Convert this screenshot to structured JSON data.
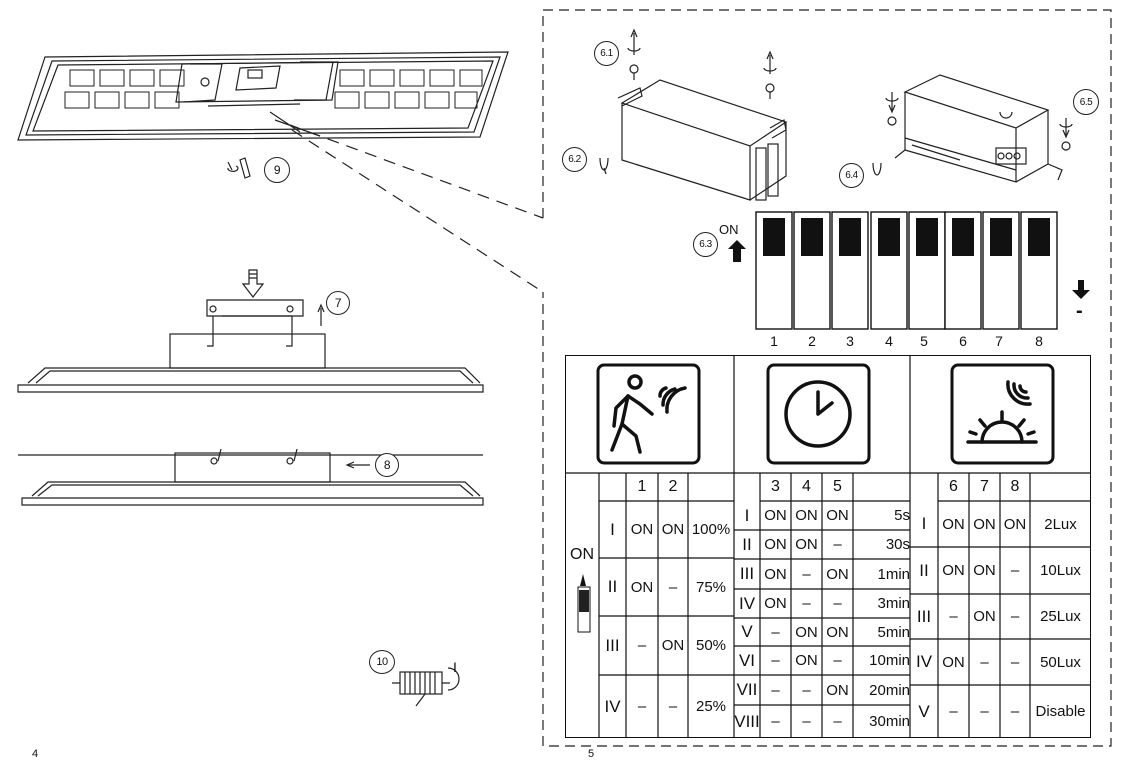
{
  "callouts": {
    "c9": "9",
    "c7": "7",
    "c8": "8",
    "c10": "10",
    "c6_1": "6.1",
    "c6_2": "6.2",
    "c6_3": "6.3",
    "c6_4": "6.4",
    "c6_5": "6.5"
  },
  "dip": {
    "on_label": "ON",
    "numbers": [
      "1",
      "2",
      "3",
      "4",
      "5",
      "6",
      "7",
      "8"
    ],
    "minus": "-"
  },
  "roman_I_label": "I",
  "icons": [
    "motion-sensor-icon",
    "timer-clock-icon",
    "daylight-sensor-icon"
  ],
  "table": {
    "on_label": "ON",
    "dim": {
      "switch_headers": [
        "1",
        "2"
      ],
      "rows": [
        {
          "level": "I",
          "s1": "ON",
          "s2": "ON",
          "value": "100%"
        },
        {
          "level": "II",
          "s1": "ON",
          "s2": "–",
          "value": "75%"
        },
        {
          "level": "III",
          "s1": "–",
          "s2": "ON",
          "value": "50%"
        },
        {
          "level": "IV",
          "s1": "–",
          "s2": "–",
          "value": "25%"
        }
      ]
    },
    "time": {
      "switch_headers": [
        "3",
        "4",
        "5"
      ],
      "rows": [
        {
          "level": "I",
          "s3": "ON",
          "s4": "ON",
          "s5": "ON",
          "value": "5s"
        },
        {
          "level": "II",
          "s3": "ON",
          "s4": "ON",
          "s5": "–",
          "value": "30s"
        },
        {
          "level": "III",
          "s3": "ON",
          "s4": "–",
          "s5": "ON",
          "value": "1min"
        },
        {
          "level": "IV",
          "s3": "ON",
          "s4": "–",
          "s5": "–",
          "value": "3min"
        },
        {
          "level": "V",
          "s3": "–",
          "s4": "ON",
          "s5": "ON",
          "value": "5min"
        },
        {
          "level": "VI",
          "s3": "–",
          "s4": "ON",
          "s5": "–",
          "value": "10min"
        },
        {
          "level": "VII",
          "s3": "–",
          "s4": "–",
          "s5": "ON",
          "value": "20min"
        },
        {
          "level": "VIII",
          "s3": "–",
          "s4": "–",
          "s5": "–",
          "value": "30min"
        }
      ]
    },
    "lux": {
      "switch_headers": [
        "6",
        "7",
        "8"
      ],
      "rows": [
        {
          "level": "I",
          "s6": "ON",
          "s7": "ON",
          "s8": "ON",
          "value": "2Lux"
        },
        {
          "level": "II",
          "s6": "ON",
          "s7": "ON",
          "s8": "–",
          "value": "10Lux"
        },
        {
          "level": "III",
          "s6": "–",
          "s7": "ON",
          "s8": "–",
          "value": "25Lux"
        },
        {
          "level": "IV",
          "s6": "ON",
          "s7": "–",
          "s8": "–",
          "value": "50Lux"
        },
        {
          "level": "V",
          "s6": "–",
          "s7": "–",
          "s8": "–",
          "value": "Disable"
        }
      ]
    }
  },
  "page_numbers": {
    "left": "4",
    "right": "5"
  }
}
